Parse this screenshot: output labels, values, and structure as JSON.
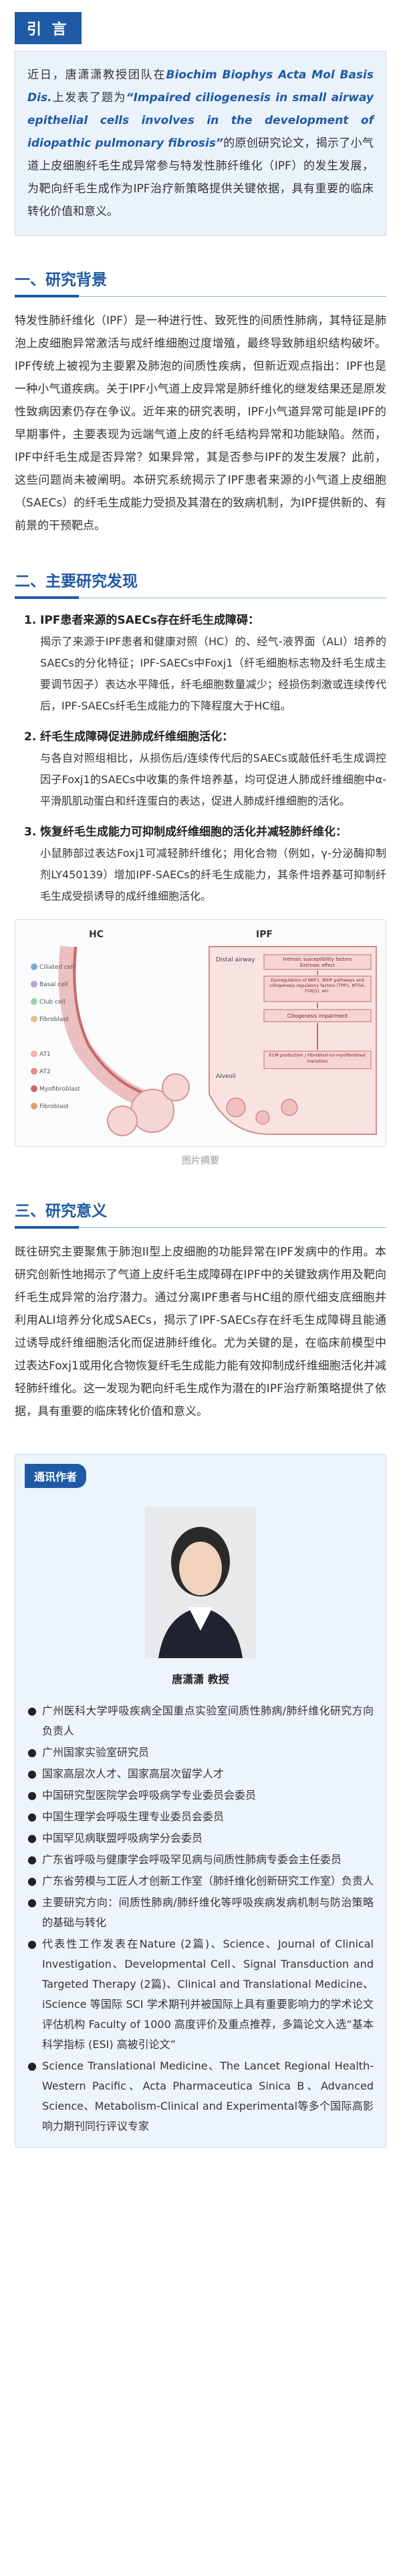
{
  "intro": {
    "tab": "引 言",
    "lead": "近日，唐潇潇教授团队在",
    "journal": "Biochim Biophys Acta Mol Basis Dis.",
    "middle": "上发表了题为",
    "title": "“Impaired ciliogenesis in small airway epithelial cells involves in the development of idiopathic pulmonary fibrosis”",
    "tail": "的原创研究论文，揭示了小气道上皮细胞纤毛生成异常参与特发性肺纤维化（IPF）的发生发展，为靶向纤毛生成作为IPF治疗新策略提供关键依据，具有重要的临床转化价值和意义。"
  },
  "sections": {
    "background": {
      "title": "一、研究背景",
      "text": "特发性肺纤维化（IPF）是一种进行性、致死性的间质性肺病，其特征是肺泡上皮细胞异常激活与成纤维细胞过度增殖，最终导致肺组织结构破坏。IPF传统上被视为主要累及肺泡的间质性疾病，但新近观点指出：IPF也是一种小气道疾病。关于IPF小气道上皮异常是肺纤维化的继发结果还是原发性致病因素仍存在争议。近年来的研究表明，IPF小气道异常可能是IPF的早期事件，主要表现为远端气道上皮的纤毛结构异常和功能缺陷。然而，IPF中纤毛生成是否异常？如果异常，其是否参与IPF的发生发展？此前，这些问题尚未被阐明。本研究系统揭示了IPF患者来源的小气道上皮细胞（SAECs）的纤毛生成能力受损及其潜在的致病机制，为IPF提供新的、有前景的干预靶点。"
    },
    "findings": {
      "title": "二、主要研究发现",
      "items": [
        {
          "num": "1.",
          "title": "IPF患者来源的SAECs存在纤毛生成障碍：",
          "text": "揭示了来源于IPF患者和健康对照（HC）的、经气-液界面（ALI）培养的SAECs的分化特征；IPF-SAECs中Foxj1（纤毛细胞标志物及纤毛生成主要调节因子）表达水平降低，纤毛细胞数量减少；经损伤刺激或连续传代后，IPF-SAECs纤毛生成能力的下降程度大于HC组。"
        },
        {
          "num": "2.",
          "title": "纤毛生成障碍促进肺成纤维细胞活化：",
          "text": "与各自对照组相比，从损伤后/连续传代后的SAECs或敲低纤毛生成调控因子Foxj1的SAECs中收集的条件培养基，均可促进人肺成纤维细胞中α-平滑肌肌动蛋白和纤连蛋白的表达，促进人肺成纤维细胞的活化。"
        },
        {
          "num": "3.",
          "title": "恢复纤毛生成能力可抑制成纤维细胞的活化并减轻肺纤维化：",
          "text": "小鼠肺部过表达Foxj1可减轻肺纤维化；用化合物（例如，γ-分泌酶抑制剂LY450139）增加IPF-SAECs的纤毛生成能力，其条件培养基可抑制纤毛生成受损诱导的成纤维细胞活化。"
        }
      ],
      "figure": {
        "hc_label": "HC",
        "ipf_label": "IPF",
        "distal_airway": "Distal airway",
        "alveoli": "Alveoli",
        "box1": "Intrinsic susceptibility factors",
        "box1b": "Extrinsic effect",
        "box2": "Dysregulation of NRF1, BNIP pathways and ciliogenesis regulatory factors (TPP1, MTS6, FOXJ1), etc.",
        "box3": "Ciliogenesis impairment",
        "box4": "ECM production / Fibroblast-to-myofibroblast transition",
        "legend": [
          "Ciliated cell",
          "Basal cell",
          "Club cell",
          "Fibroblast",
          "AT1",
          "AT2",
          "Myofibroblast",
          "Fibroblast"
        ],
        "caption": "图片摘要"
      }
    },
    "significance": {
      "title": "三、研究意义",
      "text": "既往研究主要聚焦于肺泡II型上皮细胞的功能异常在IPF发病中的作用。本研究创新性地揭示了气道上皮纤毛生成障碍在IPF中的关键致病作用及靶向纤毛生成异常的治疗潜力。通过分离IPF患者与HC组的原代细支底细胞并利用ALI培养分化成SAECs，揭示了IPF-SAECs存在纤毛生成障碍且能通过诱导成纤维细胞活化而促进肺纤维化。尤为关键的是，在临床前模型中过表达Foxj1或用化合物恢复纤毛生成能力能有效抑制成纤维细胞活化并减轻肺纤维化。这一发现为靶向纤毛生成作为潜在的IPF治疗新策略提供了依据，具有重要的临床转化价值和意义。"
    }
  },
  "author": {
    "tag": "通讯作者",
    "name": "唐潇潇  教授",
    "bullets": [
      "广州医科大学呼吸疾病全国重点实验室间质性肺病/肺纤维化研究方向负责人",
      "广州国家实验室研究员",
      "国家高层次人才、国家高层次留学人才",
      "中国研究型医院学会呼吸病学专业委员会委员",
      "中国生理学会呼吸生理专业委员会委员",
      "中国罕见病联盟呼吸病学分会委员",
      "广东省呼吸与健康学会呼吸罕见病与间质性肺病专委会主任委员",
      "广东省劳模与工匠人才创新工作室（肺纤维化创新研究工作室）负责人",
      "主要研究方向：间质性肺病/肺纤维化等呼吸疾病发病机制与防治策略的基础与转化",
      "代表性工作发表在Nature (2篇)、Science、Journal of Clinical Investigation、Developmental Cell、Signal Transduction and Targeted Therapy (2篇)、Clinical and Translational Medicine、iScience 等国际 SCI 学术期刊并被国际上具有重要影响力的学术论文评估机构 Faculty of 1000 高度评价及重点推荐，多篇论文入选“基本科学指标 (ESI) 高被引论文”",
      "Science Translational Medicine、The Lancet Regional Health-Western Pacific、Acta Pharmaceutica Sinica B、Advanced Science、Metabolism-Clinical and Experimental等多个国际高影响力期刊同行评议专家"
    ]
  },
  "colors": {
    "brand": "#1f5aa6",
    "light_bg": "#eaf2fb"
  }
}
